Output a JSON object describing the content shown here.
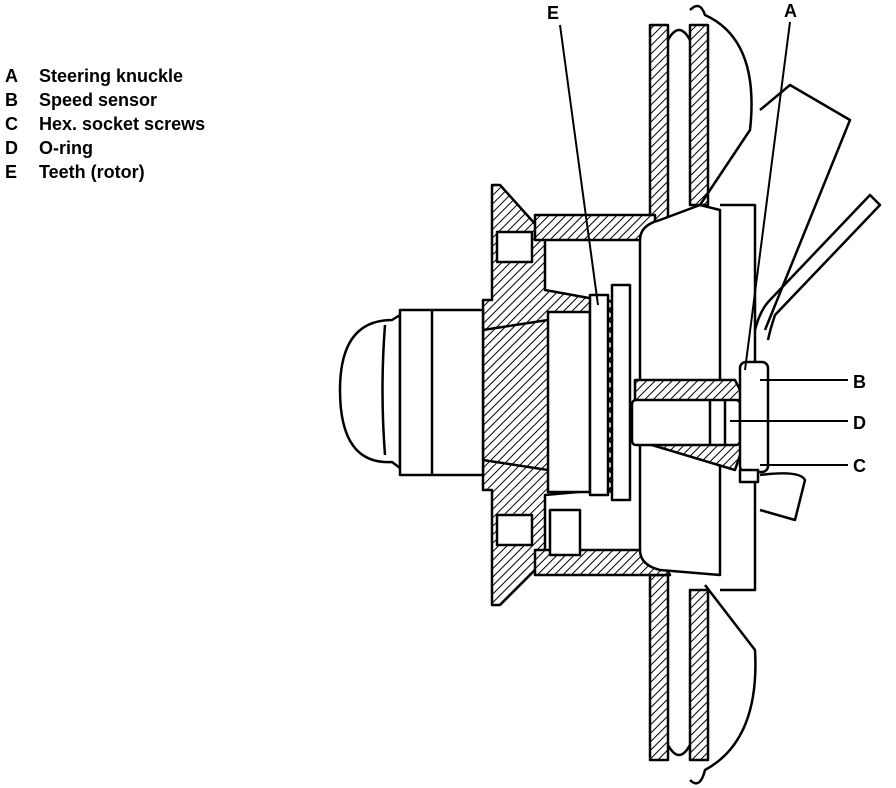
{
  "legend": [
    {
      "key": "A",
      "label": "Steering knuckle"
    },
    {
      "key": "B",
      "label": "Speed sensor"
    },
    {
      "key": "C",
      "label": "Hex. socket screws"
    },
    {
      "key": "D",
      "label": "O-ring"
    },
    {
      "key": "E",
      "label": "Teeth (rotor)"
    }
  ],
  "callouts": {
    "A": "A",
    "B": "B",
    "C": "C",
    "D": "D",
    "E": "E"
  }
}
